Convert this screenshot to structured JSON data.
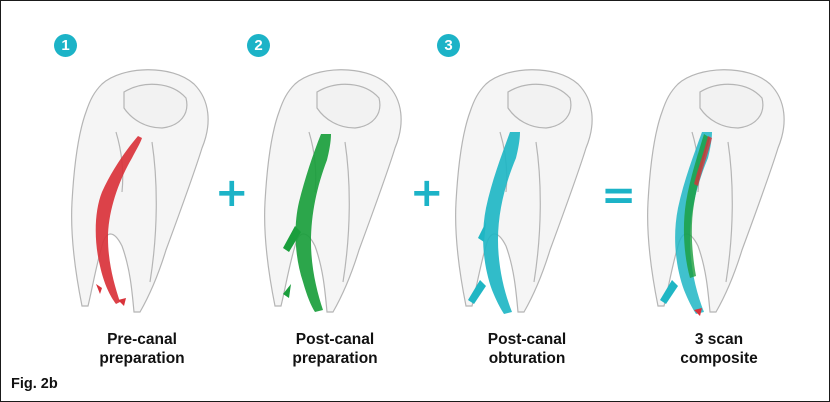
{
  "steps": [
    {
      "number": "1",
      "caption_line1": "Pre-canal",
      "caption_line2": "preparation",
      "canal_color": "#d9323a"
    },
    {
      "number": "2",
      "caption_line1": "Post-canal",
      "caption_line2": "preparation",
      "canal_color": "#1a9e3c"
    },
    {
      "number": "3",
      "caption_line1": "Post-canal",
      "caption_line2": "obturation",
      "canal_color": "#1fb6c4"
    },
    {
      "caption_line1": "3 scan",
      "caption_line2": "composite",
      "canal_color": "#1fb6c4"
    }
  ],
  "operators": {
    "plus": "+",
    "equals": "="
  },
  "figure_label": "Fig. 2b",
  "colors": {
    "accent": "#1cb3c7",
    "text": "#111111"
  }
}
